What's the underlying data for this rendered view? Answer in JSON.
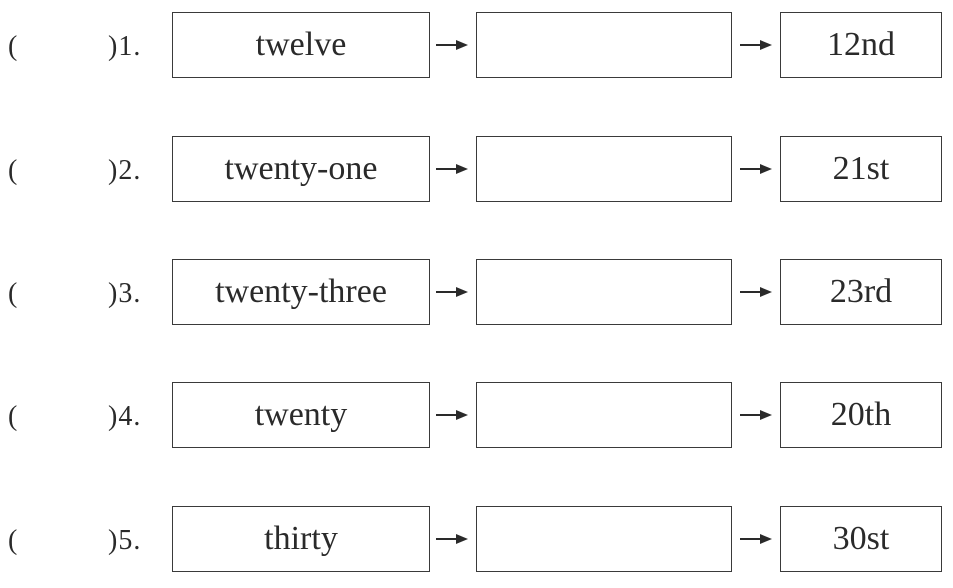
{
  "paren_open": "(",
  "items": [
    {
      "label": ")1.",
      "word": "twelve",
      "blank": "",
      "ordinal": "12nd"
    },
    {
      "label": ")2.",
      "word": "twenty-one",
      "blank": "",
      "ordinal": "21st"
    },
    {
      "label": ")3.",
      "word": "twenty-three",
      "blank": "",
      "ordinal": "23rd"
    },
    {
      "label": ")4.",
      "word": "twenty",
      "blank": "",
      "ordinal": "20th"
    },
    {
      "label": ")5.",
      "word": "thirty",
      "blank": "",
      "ordinal": "30st"
    }
  ]
}
